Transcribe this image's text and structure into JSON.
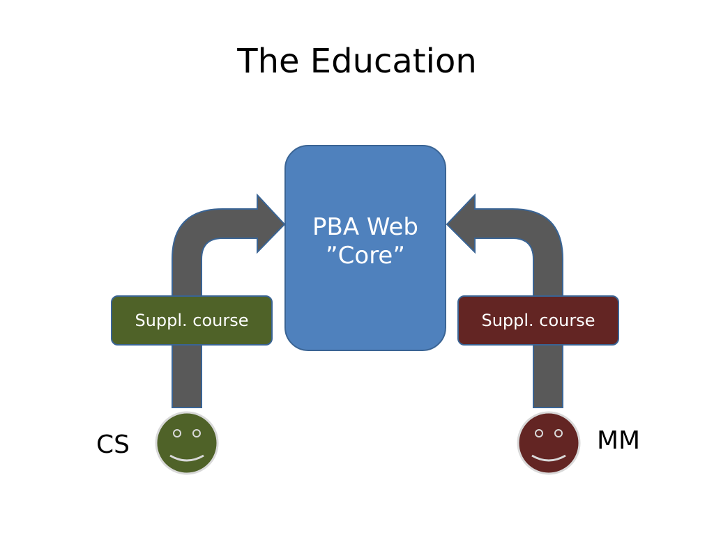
{
  "title": "The Education",
  "core": {
    "line1": "PBA Web",
    "line2": "”Core”"
  },
  "supplements": [
    {
      "label": "Suppl. course",
      "color": "#4f6228"
    },
    {
      "label": "Suppl. course",
      "color": "#632523"
    }
  ],
  "people": [
    {
      "label": "CS",
      "face_color": "#4f6228"
    },
    {
      "label": "MM",
      "face_color": "#632523"
    }
  ],
  "colors": {
    "core": "#4f81bd",
    "arrow": "#595959",
    "outline": "#3a6494"
  }
}
